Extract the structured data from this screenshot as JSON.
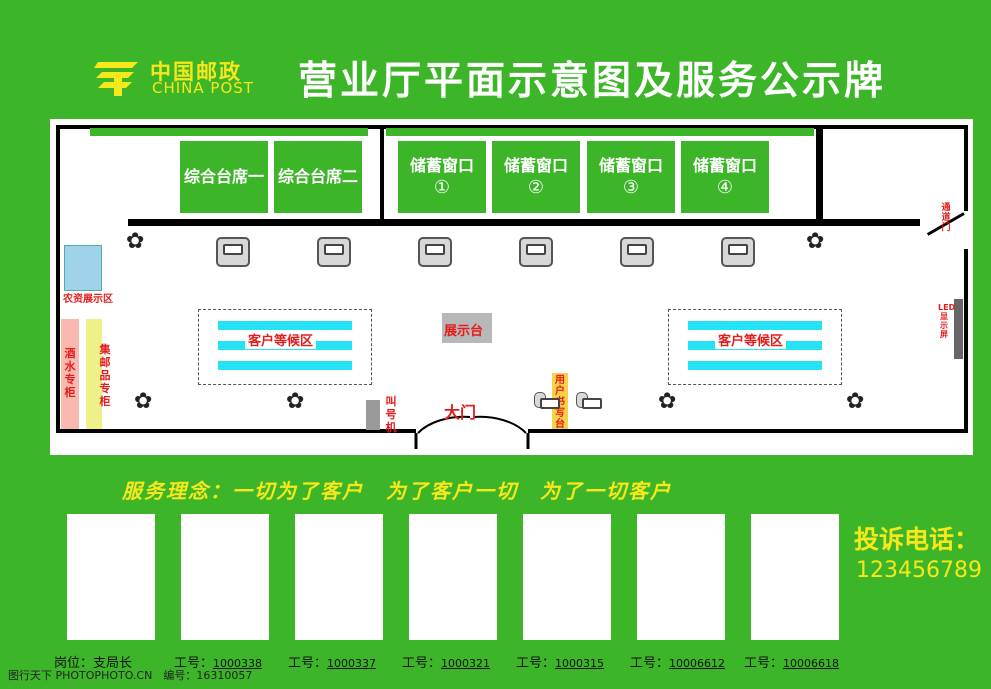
{
  "header": {
    "logo_cn": "中国邮政",
    "logo_en": "CHINA POST",
    "title": "营业厅平面示意图及服务公示牌"
  },
  "plan": {
    "counters": [
      {
        "label": "综合台席一"
      },
      {
        "label": "综合台席二"
      },
      {
        "label": "储蓄窗口",
        "num": "①"
      },
      {
        "label": "储蓄窗口",
        "num": "②"
      },
      {
        "label": "储蓄窗口",
        "num": "③"
      },
      {
        "label": "储蓄窗口",
        "num": "④"
      }
    ],
    "passage_door": "通道门",
    "agri_area": "农资展示区",
    "wine_cabinet": "酒水专柜",
    "stamp_cabinet": "集邮品专柜",
    "waiting_area_left": "客户等候区",
    "waiting_area_right": "客户等候区",
    "display_stand": "展示台",
    "queue_machine": "叫号机",
    "main_door": "大门",
    "writing_desk": "用户书写台",
    "led_screen": "LED 显示屏"
  },
  "service_idea": "服务理念：一切为了客户　为了客户一切　为了一切客户",
  "staff": [
    {
      "post_label": "岗位：",
      "post": "支局长"
    },
    {
      "id_label": "工号：",
      "id": "1000338"
    },
    {
      "id_label": "工号：",
      "id": "1000337"
    },
    {
      "id_label": "工号：",
      "id": "1000321"
    },
    {
      "id_label": "工号：",
      "id": "1000315"
    },
    {
      "id_label": "工号：",
      "id": "10006612"
    },
    {
      "id_label": "工号：",
      "id": "10006618"
    }
  ],
  "complaint": {
    "label": "投诉电话：",
    "phone": "123456789"
  },
  "watermark": "图行天下 PHOTOPHOTO.CN　编号：16310057",
  "colors": {
    "background": "#3cb528",
    "accent_yellow": "#f7e81c",
    "bench_cyan": "#25e2f5",
    "label_red": "#e51c1c"
  }
}
